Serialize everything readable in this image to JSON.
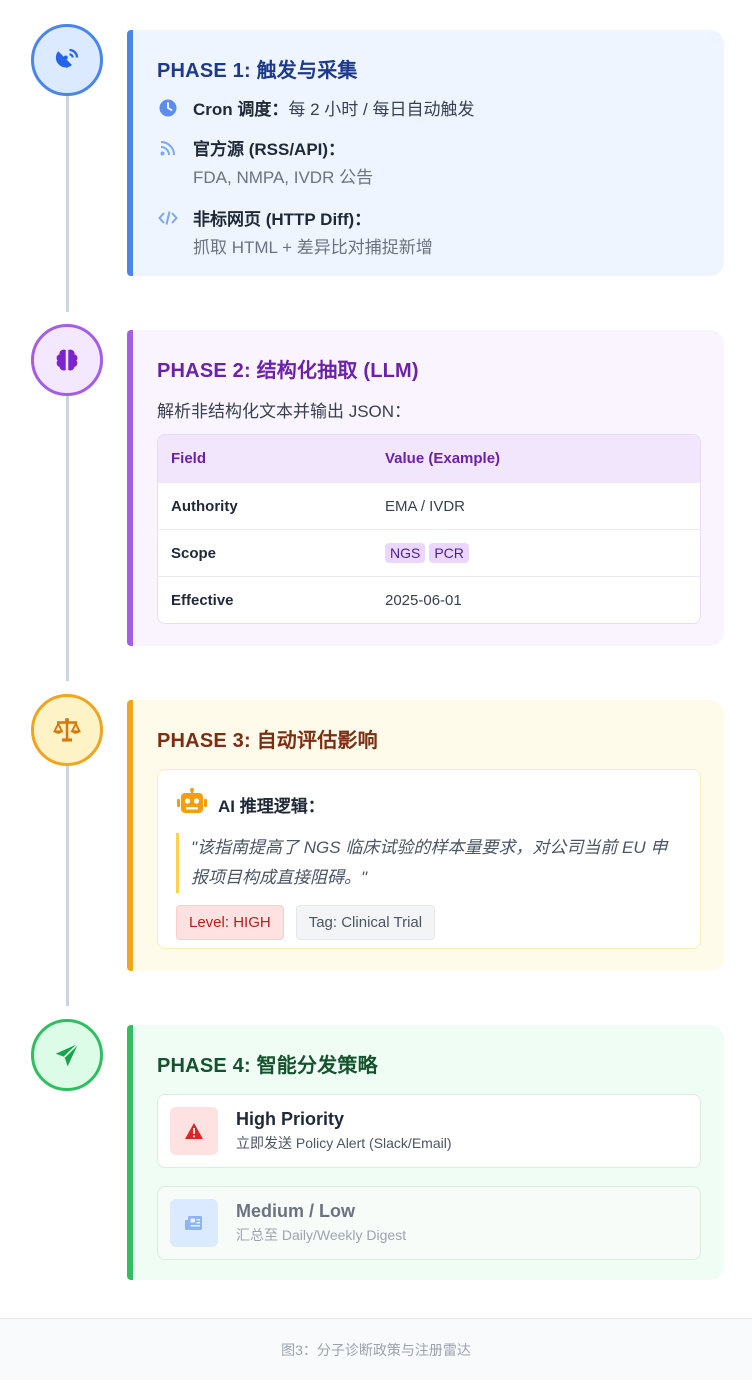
{
  "phase1": {
    "title": "PHASE 1: 触发与采集",
    "items": [
      {
        "icon": "clock-icon",
        "label": "Cron 调度：",
        "text": "每 2 小时 / 每日自动触发"
      },
      {
        "icon": "rss-icon",
        "label": "官方源 (RSS/API)：",
        "sub": "FDA, NMPA, IVDR 公告"
      },
      {
        "icon": "code-icon",
        "label": "非标网页 (HTTP Diff)：",
        "sub": "抓取 HTML + 差异比对捕捉新增"
      }
    ]
  },
  "phase2": {
    "title": "PHASE 2: 结构化抽取 (LLM)",
    "intro": "解析非结构化文本并输出 JSON：",
    "table": {
      "headers": [
        "Field",
        "Value (Example)"
      ],
      "rows": [
        {
          "field": "Authority",
          "value": "EMA / IVDR"
        },
        {
          "field": "Scope",
          "pills": [
            "NGS",
            "PCR"
          ]
        },
        {
          "field": "Effective",
          "value": "2025-06-01"
        }
      ]
    }
  },
  "phase3": {
    "title": "PHASE 3: 自动评估影响",
    "ai_title": "AI 推理逻辑：",
    "quote": "\"该指南提高了 NGS 临床试验的样本量要求，对公司当前 EU 申报项目构成直接阻碍。\"",
    "tags": [
      "Level: HIGH",
      "Tag: Clinical Trial"
    ]
  },
  "phase4": {
    "title": "PHASE 4: 智能分发策略",
    "high": {
      "title": "High Priority",
      "sub": "立即发送 Policy Alert (Slack/Email)"
    },
    "low": {
      "title": "Medium / Low",
      "sub": "汇总至 Daily/Weekly Digest"
    }
  },
  "caption": "图3：分子诊断政策与注册雷达",
  "colors": {
    "phase1": "#4a86e8",
    "phase2": "#a45ee5",
    "phase3": "#f0a521",
    "phase4": "#2fbf5f",
    "alert": "#dc2626"
  }
}
